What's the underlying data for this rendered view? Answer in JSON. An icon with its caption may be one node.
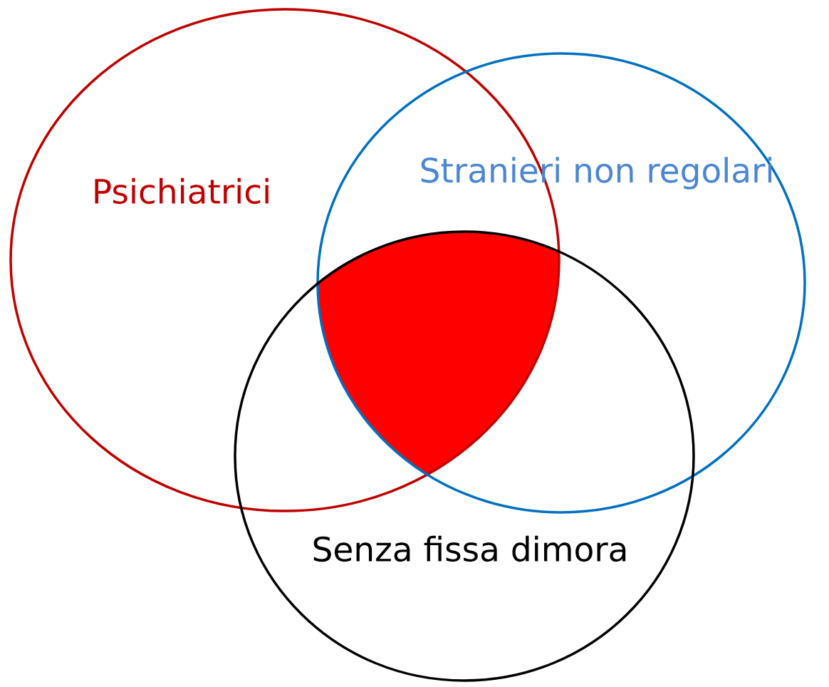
{
  "diagram": {
    "nodes": [
      {
        "text": [
          "Psichiatrici"
        ]
      },
      {
        "text": [
          "Stranieri non regolari"
        ]
      },
      {
        "text": [
          "Senza fissa dimora"
        ]
      },
      {
        "text": [],
        "shape": "region"
      }
    ]
  }
}
